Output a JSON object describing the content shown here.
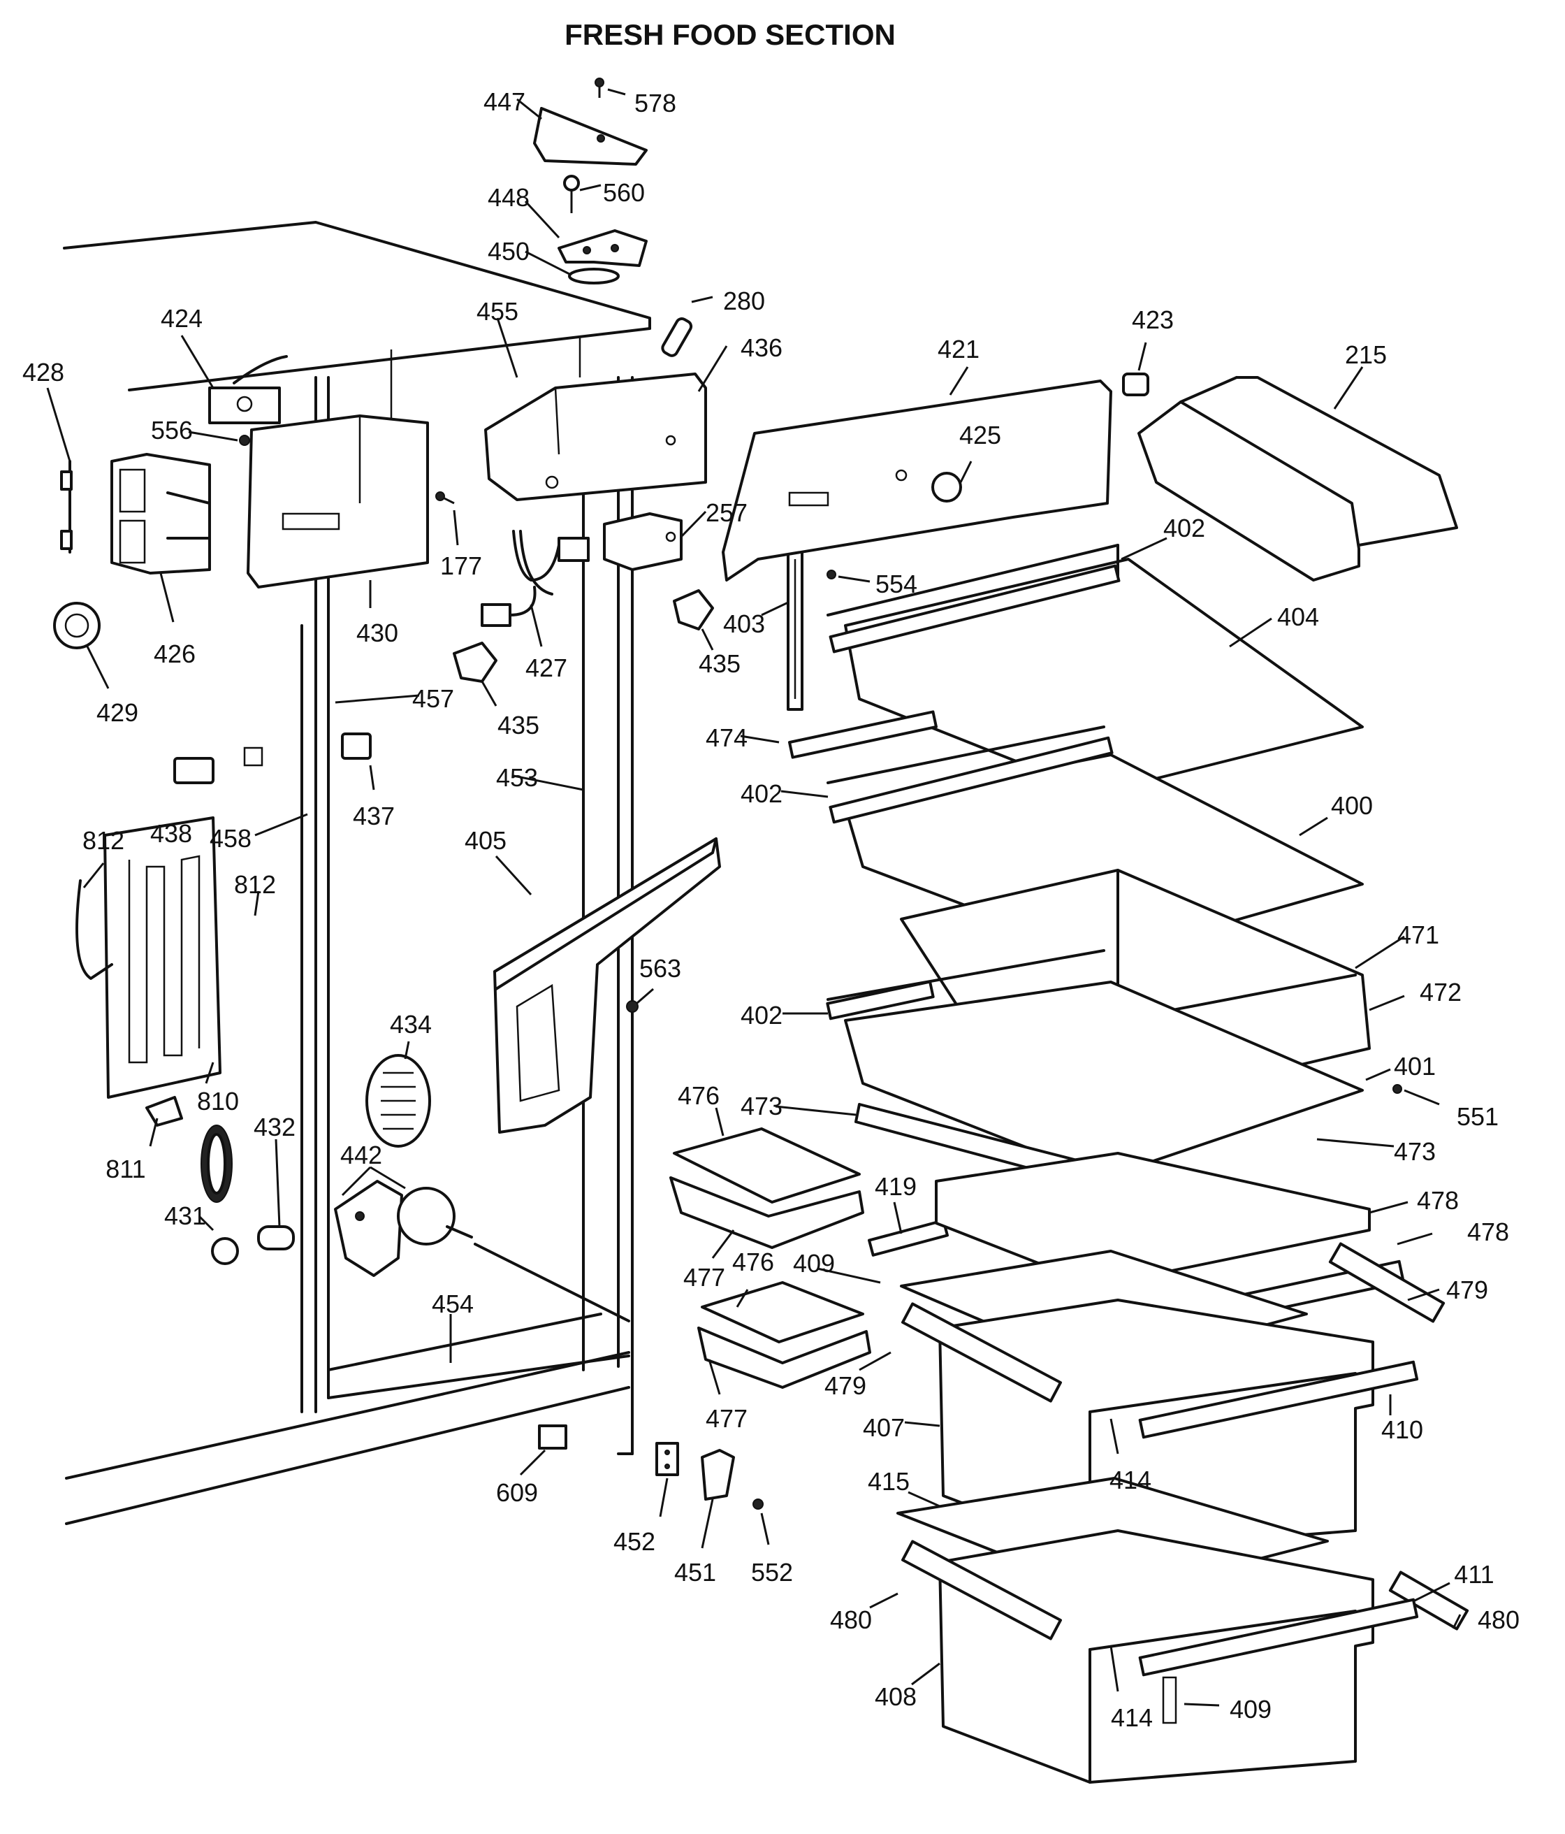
{
  "title": "FRESH FOOD SECTION",
  "colors": {
    "ink": "#111111",
    "paper": "#ffffff"
  },
  "callouts": {
    "c447": "447",
    "c578": "578",
    "c448": "448",
    "c560": "560",
    "c450": "450",
    "c280": "280",
    "c455": "455",
    "c436": "436",
    "c424": "424",
    "c428": "428",
    "c556": "556",
    "c177": "177",
    "c430": "430",
    "c426": "426",
    "c429": "429",
    "c257": "257",
    "c427": "427",
    "c435a": "435",
    "c435b": "435",
    "c421": "421",
    "c423": "423",
    "c215": "215",
    "c425": "425",
    "c402a": "402",
    "c554": "554",
    "c403": "403",
    "c404": "404",
    "c474": "474",
    "c402b": "402",
    "c400": "400",
    "c457": "457",
    "c453": "453",
    "c438": "438",
    "c458": "458",
    "c437": "437",
    "c405": "405",
    "c812a": "812",
    "c812b": "812",
    "c471": "471",
    "c563": "563",
    "c402c": "402",
    "c472": "472",
    "c401": "401",
    "c551": "551",
    "c810": "810",
    "c434": "434",
    "c476a": "476",
    "c473a": "473",
    "c473b": "473",
    "c811": "811",
    "c432": "432",
    "c442": "442",
    "c431": "431",
    "c419": "419",
    "c478a": "478",
    "c478b": "478",
    "c477a": "477",
    "c476b": "476",
    "c409a": "409",
    "c479a": "479",
    "c454": "454",
    "c477b": "477",
    "c479b": "479",
    "c407": "407",
    "c410": "410",
    "c609": "609",
    "c414a": "414",
    "c415": "415",
    "c452": "452",
    "c451": "451",
    "c552": "552",
    "c411": "411",
    "c480a": "480",
    "c480b": "480",
    "c408": "408",
    "c414b": "414",
    "c409b": "409"
  }
}
